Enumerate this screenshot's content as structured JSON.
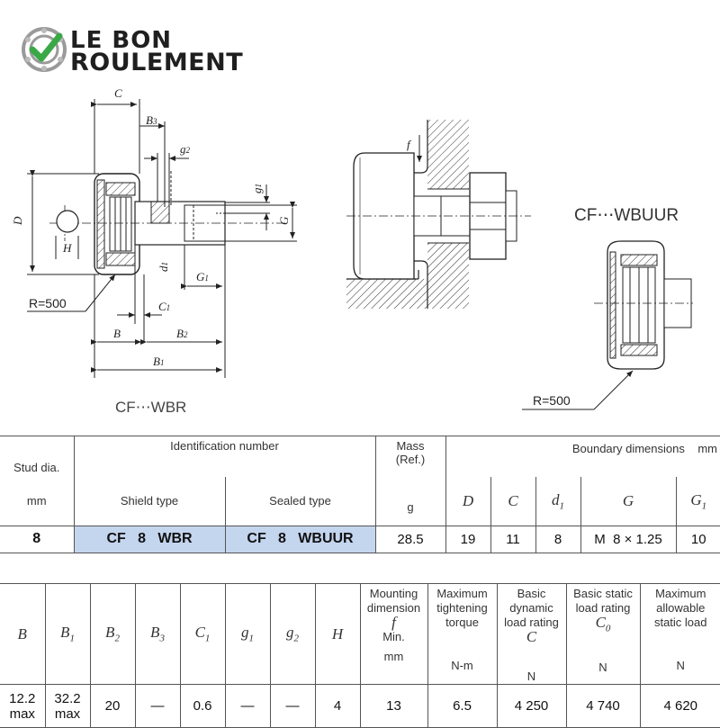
{
  "logo": {
    "line1": "LE BON",
    "line2": "ROULEMENT"
  },
  "drawing": {
    "dims": {
      "C": "C",
      "B3": "B",
      "B3_sub": "3",
      "g2": "g",
      "g2_sub": "2",
      "g1": "g",
      "g1_sub": "1",
      "D": "D",
      "G": "G",
      "H": "H",
      "d1": "d",
      "d1_sub": "1",
      "G1": "G",
      "G1_sub": "1",
      "C1": "C",
      "C1_sub": "1",
      "B": "B",
      "B2": "B",
      "B2_sub": "2",
      "B1": "B",
      "B1_sub": "1",
      "f": "f"
    },
    "radius_left": "R=500",
    "radius_right": "R=500",
    "caption_left": "CF⋯WBR",
    "caption_right": "CF⋯WBUUR"
  },
  "table1": {
    "stud_dia": "Stud dia.",
    "stud_unit": "mm",
    "id_number": "Identification number",
    "shield_type": "Shield type",
    "sealed_type": "Sealed type",
    "mass": "Mass",
    "mass_ref": "(Ref.)",
    "mass_unit": "g",
    "boundary": "Boundary dimensions",
    "boundary_unit": "mm",
    "col_D": "D",
    "col_C": "C",
    "col_d": "d",
    "col_d_sub": "1",
    "col_G": "G",
    "col_G1": "G",
    "col_G1_sub": "1",
    "row": {
      "stud": "8",
      "shield": "CF   8   WBR",
      "sealed": "CF   8   WBUUR",
      "mass": "28.5",
      "D": "19",
      "C": "11",
      "d1": "8",
      "G": "M  8 × 1.25",
      "G1": "10"
    }
  },
  "table2": {
    "headers": {
      "B": "B",
      "B1": "B",
      "B1_sub": "1",
      "B2": "B",
      "B2_sub": "2",
      "B3": "B",
      "B3_sub": "3",
      "C1": "C",
      "C1_sub": "1",
      "g1": "g",
      "g1_sub": "1",
      "g2": "g",
      "g2_sub": "2",
      "H": "H",
      "mount_l1": "Mounting",
      "mount_l2": "dimension",
      "mount_sym": "f",
      "mount_min": "Min.",
      "mount_unit": "mm",
      "torque_l1": "Maximum",
      "torque_l2": "tightening",
      "torque_l3": "torque",
      "torque_unit": "N-m",
      "dyn_l1": "Basic dynamic",
      "dyn_l2": "load rating",
      "dyn_sym": "C",
      "dyn_unit": "N",
      "stat_l1": "Basic static",
      "stat_l2": "load rating",
      "stat_sym": "C",
      "stat_sym_sub": "0",
      "stat_unit": "N",
      "max_l1": "Maximum",
      "max_l2": "allowable",
      "max_l3": "static load",
      "max_unit": "N"
    },
    "row": {
      "B_l1": "12.2",
      "B_l2": "max",
      "B1_l1": "32.2",
      "B1_l2": "max",
      "B2": "20",
      "B3": "—",
      "C1": "0.6",
      "g1": "—",
      "g2": "—",
      "H": "4",
      "f": "13",
      "torque": "6.5",
      "dyn": "4 250",
      "stat": "4 740",
      "max": "4 620"
    }
  }
}
